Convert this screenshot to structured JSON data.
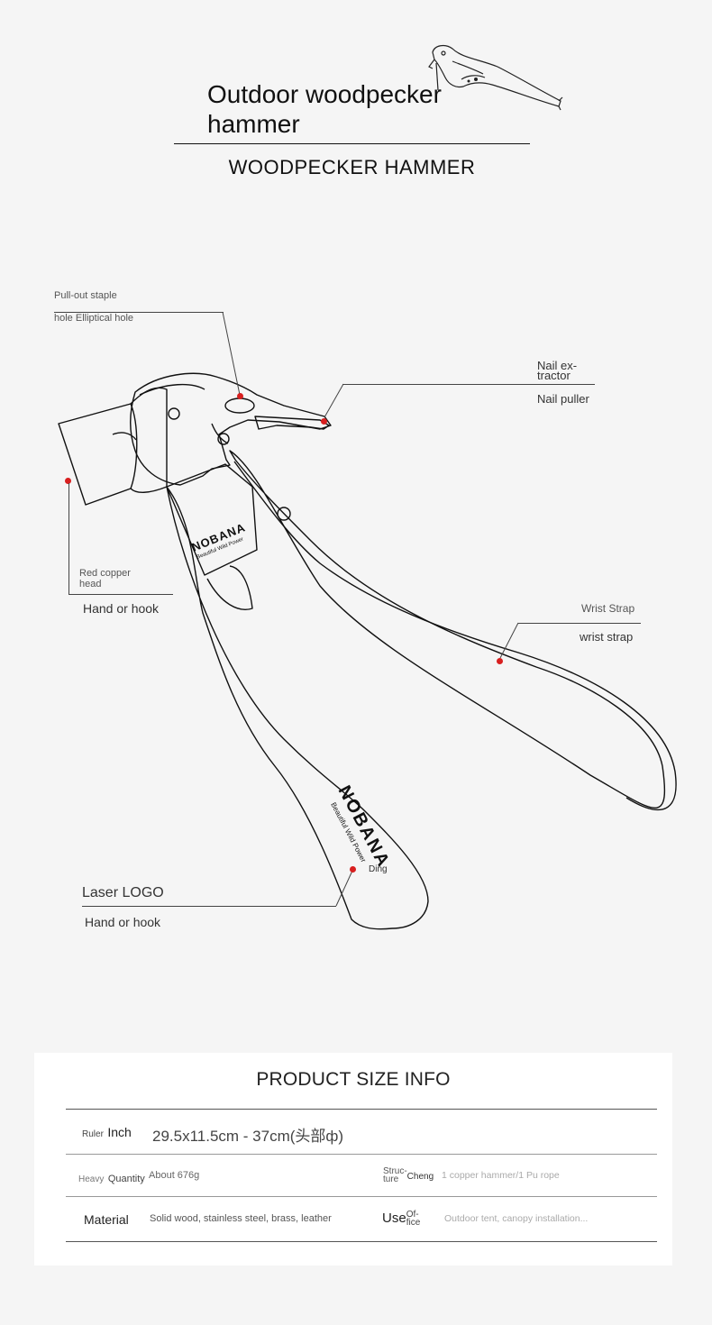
{
  "header": {
    "title_line1": "Outdoor woodpecker",
    "title_line2": "hammer",
    "subtitle": "WOODPECKER HAMMER"
  },
  "callouts": {
    "staple_label": "Pull-out staple",
    "staple_label2": "hole Elliptical hole",
    "nail_extractor": "Nail ex-",
    "nail_extractor2": "tractor",
    "nail_puller": "Nail puller",
    "red_copper": "Red copper",
    "red_copper2": "head",
    "hand_hook_1": "Hand or hook",
    "wrist_strap_1": "Wrist Strap",
    "wrist_strap_2": "wrist strap",
    "laser_logo": "Laser LOGO",
    "hand_hook_2": "Hand or hook",
    "ding": "Ding"
  },
  "product": {
    "brand": "NOBANA",
    "tagline": "Beautiful Wild Power"
  },
  "size_info": {
    "title": "PRODUCT  SIZE INFO",
    "ruler_a": "Ruler",
    "ruler_b": "Inch",
    "ruler_value": "29.5x11.5cm - 37cm(头部ф)",
    "heavy_a": "Heavy",
    "heavy_b": "Quantity",
    "heavy_value": "About 676g",
    "struc_a": "Struc-",
    "struc_b": "ture",
    "struc_c": "Cheng",
    "struc_value": "1 copper hammer/1 Pu rope",
    "material_label": "Material",
    "material_value": "Solid wood, stainless steel, brass, leather",
    "use_a": "Use",
    "use_b": "Of-",
    "use_c": "fice",
    "use_value": "Outdoor tent, canopy installation..."
  },
  "colors": {
    "accent_dot": "#d81f1f",
    "background": "#f5f5f5",
    "card": "#ffffff"
  }
}
